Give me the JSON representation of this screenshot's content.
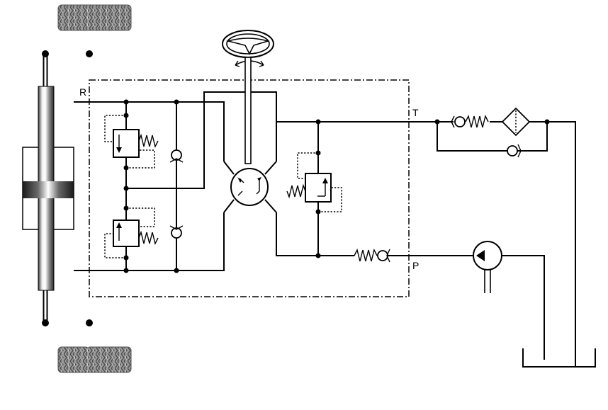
{
  "ports": {
    "return_label": "R",
    "tank_label": "T",
    "pressure_label": "P"
  },
  "colors": {
    "line": "#000000",
    "background": "#ffffff",
    "tire": "#8a8a8a",
    "chrome_light": "#f2f2f2",
    "chrome_dark": "#3a3a3a"
  },
  "components": [
    "steering-wheel-icon",
    "rotary-control-valve-icon",
    "relief-valve-upper-icon",
    "relief-valve-lower-icon",
    "check-valve-upper-icon",
    "check-valve-lower-icon",
    "pressure-relief-valve-icon",
    "spring-check-valve-icon",
    "return-check-valve-icon",
    "bypass-check-valve-icon",
    "return-filter-icon",
    "hydraulic-pump-icon",
    "tank-icon",
    "steering-cylinder-icon",
    "wheel-top-icon",
    "wheel-bottom-icon"
  ]
}
